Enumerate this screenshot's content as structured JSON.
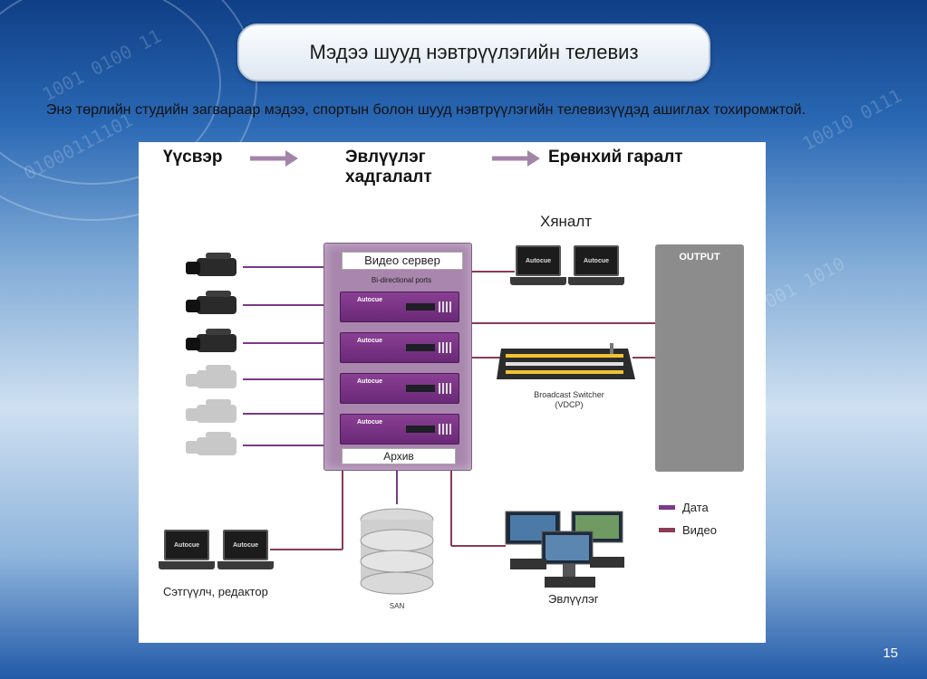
{
  "slide": {
    "title": "Мэдээ шууд нэвтрүүлэгийн телевиз",
    "subtitle": "Энэ төрлийн студийн загвараар мэдээ, спортын болон шууд нэвтрүүлэгийн телевизүүдэд ашиглах тохиромжтой.",
    "page_number": "15"
  },
  "diagram": {
    "stages": [
      "Үүсвэр",
      "Эвлүүлэг хадгалалт",
      "Ерөнхий гаралт"
    ],
    "monitoring_label": "Хяналт",
    "video_server_label": "Видео сервер",
    "ports_label": "Bi-directional ports",
    "archive_label": "Архив",
    "server_brand": "Autocue",
    "laptop_brand": "Autocue",
    "output_title": "OUTPUT",
    "switcher_label": "Broadcast Switcher",
    "switcher_sub": "(VDCP)",
    "san_label": "SAN",
    "editor_label": "Эвлүүлэг",
    "journalists_label": "Сэтгүүлч, редактор",
    "legend": [
      {
        "label": "Дата",
        "color": "#7b3a85"
      },
      {
        "label": "Видео",
        "color": "#8a3b55"
      }
    ]
  },
  "colors": {
    "data_line": "#7b3a85",
    "video_line": "#8a3b55",
    "arrow": "#a285a8"
  }
}
